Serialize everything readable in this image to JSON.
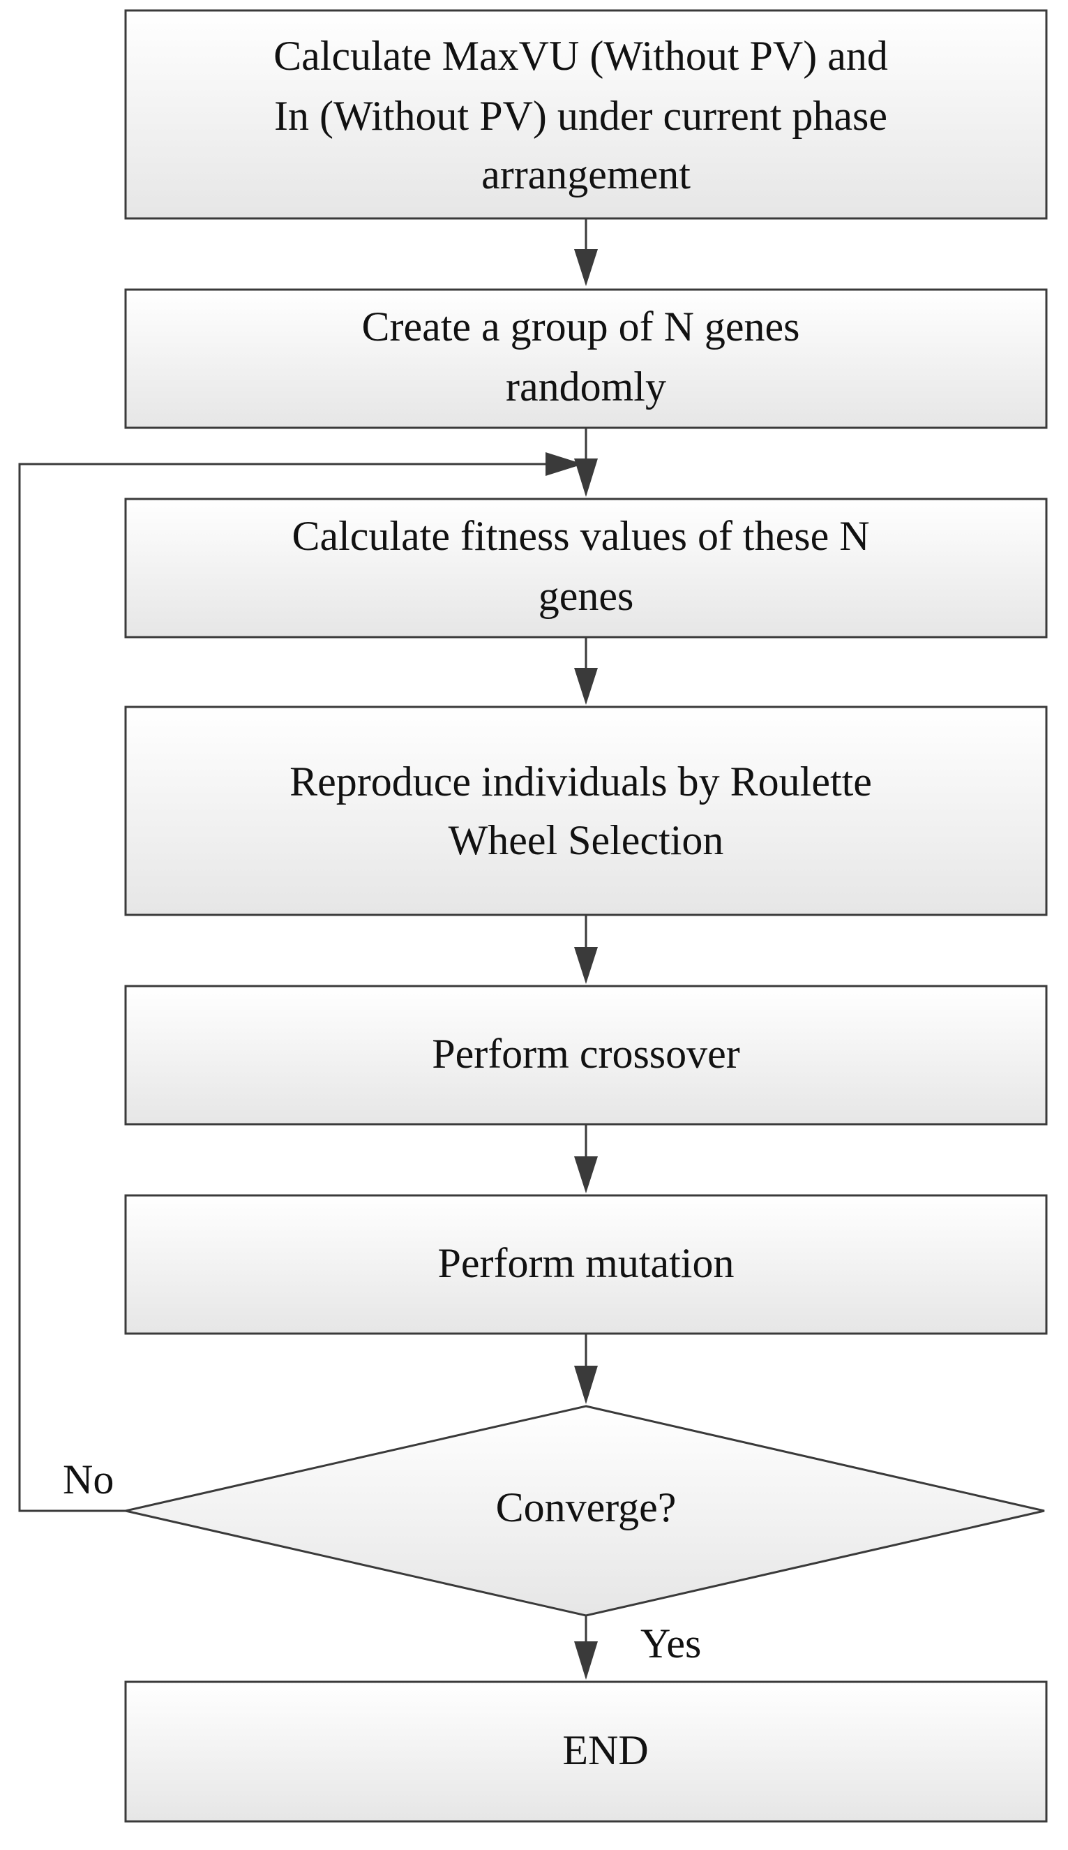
{
  "steps": [
    {
      "lines": [
        "Calculate MaxVU (Without PV) and",
        "In (Without PV) under current phase",
        "arrangement"
      ]
    },
    {
      "lines": [
        "Create a group of N genes",
        "randomly"
      ]
    },
    {
      "lines": [
        "Calculate fitness values of these N",
        "genes"
      ]
    },
    {
      "lines": [
        "Reproduce individuals by Roulette",
        "Wheel Selection"
      ]
    },
    {
      "lines": [
        "Perform crossover"
      ]
    },
    {
      "lines": [
        "Perform mutation"
      ]
    }
  ],
  "decision": {
    "label": "Converge?"
  },
  "branches": {
    "no": "No",
    "yes": "Yes"
  },
  "end": {
    "label": "END"
  }
}
